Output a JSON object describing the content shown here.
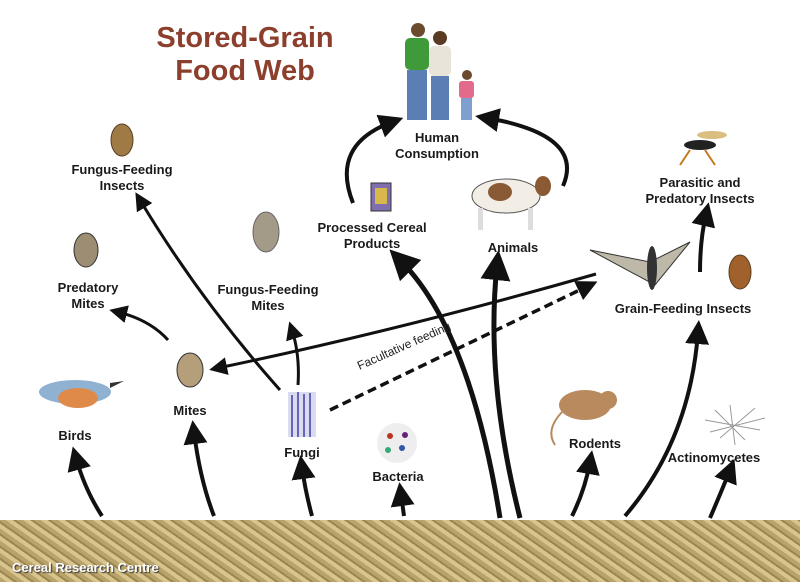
{
  "title": {
    "line1": "Stored-Grain",
    "line2": "Food Web"
  },
  "nodes": {
    "human": {
      "line1": "Human",
      "line2": "Consumption"
    },
    "fungus_insects": {
      "line1": "Fungus-Feeding",
      "line2": "Insects"
    },
    "processed": {
      "line1": "Processed Cereal",
      "line2": "Products"
    },
    "animals": {
      "line1": "Animals"
    },
    "parasitic": {
      "line1": "Parasitic and",
      "line2": "Predatory Insects"
    },
    "predatory_mites": {
      "line1": "Predatory",
      "line2": "Mites"
    },
    "fungus_mites": {
      "line1": "Fungus-Feeding",
      "line2": "Mites"
    },
    "grain_insects": {
      "line1": "Grain-Feeding Insects"
    },
    "mites": {
      "line1": "Mites"
    },
    "birds": {
      "line1": "Birds"
    },
    "fungi": {
      "line1": "Fungi"
    },
    "bacteria": {
      "line1": "Bacteria"
    },
    "rodents": {
      "line1": "Rodents"
    },
    "actinomycetes": {
      "line1": "Actinomycetes"
    }
  },
  "facultative_label": "Facultative feeding",
  "credit": "Cereal Research Centre",
  "colors": {
    "title": "#8c3f2c",
    "arrow": "#111111",
    "grain": "#c4ad74"
  }
}
